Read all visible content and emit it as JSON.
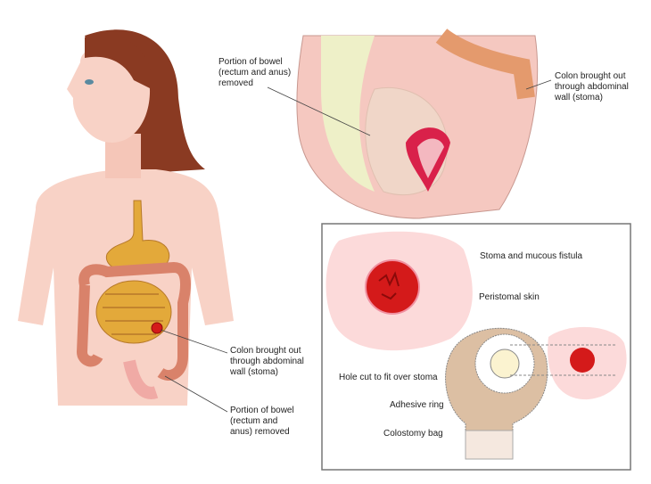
{
  "labels": {
    "top_bowel_removed": "Portion of bowel\n(rectum and anus)\nremoved",
    "top_colon_stoma": "Colon brought out\nthrough abdominal\nwall (stoma)",
    "child_colon_stoma": "Colon brought out\nthrough abdominal\nwall (stoma)",
    "child_bowel_removed": "Portion of bowel\n(rectum and\nanus) removed",
    "stoma_fistula": "Stoma and mucous fistula",
    "peristomal_skin": "Peristomal skin",
    "hole_cut": "Hole cut to fit over stoma",
    "adhesive_ring": "Adhesive ring",
    "colostomy_bag": "Colostomy bag"
  },
  "colors": {
    "skin": "#f8d2c6",
    "hair": "#8a3a22",
    "intestine": "#e3a93a",
    "colon": "#d9826a",
    "stoma": "#d41a1a",
    "bag": "#dcbfa3"
  }
}
